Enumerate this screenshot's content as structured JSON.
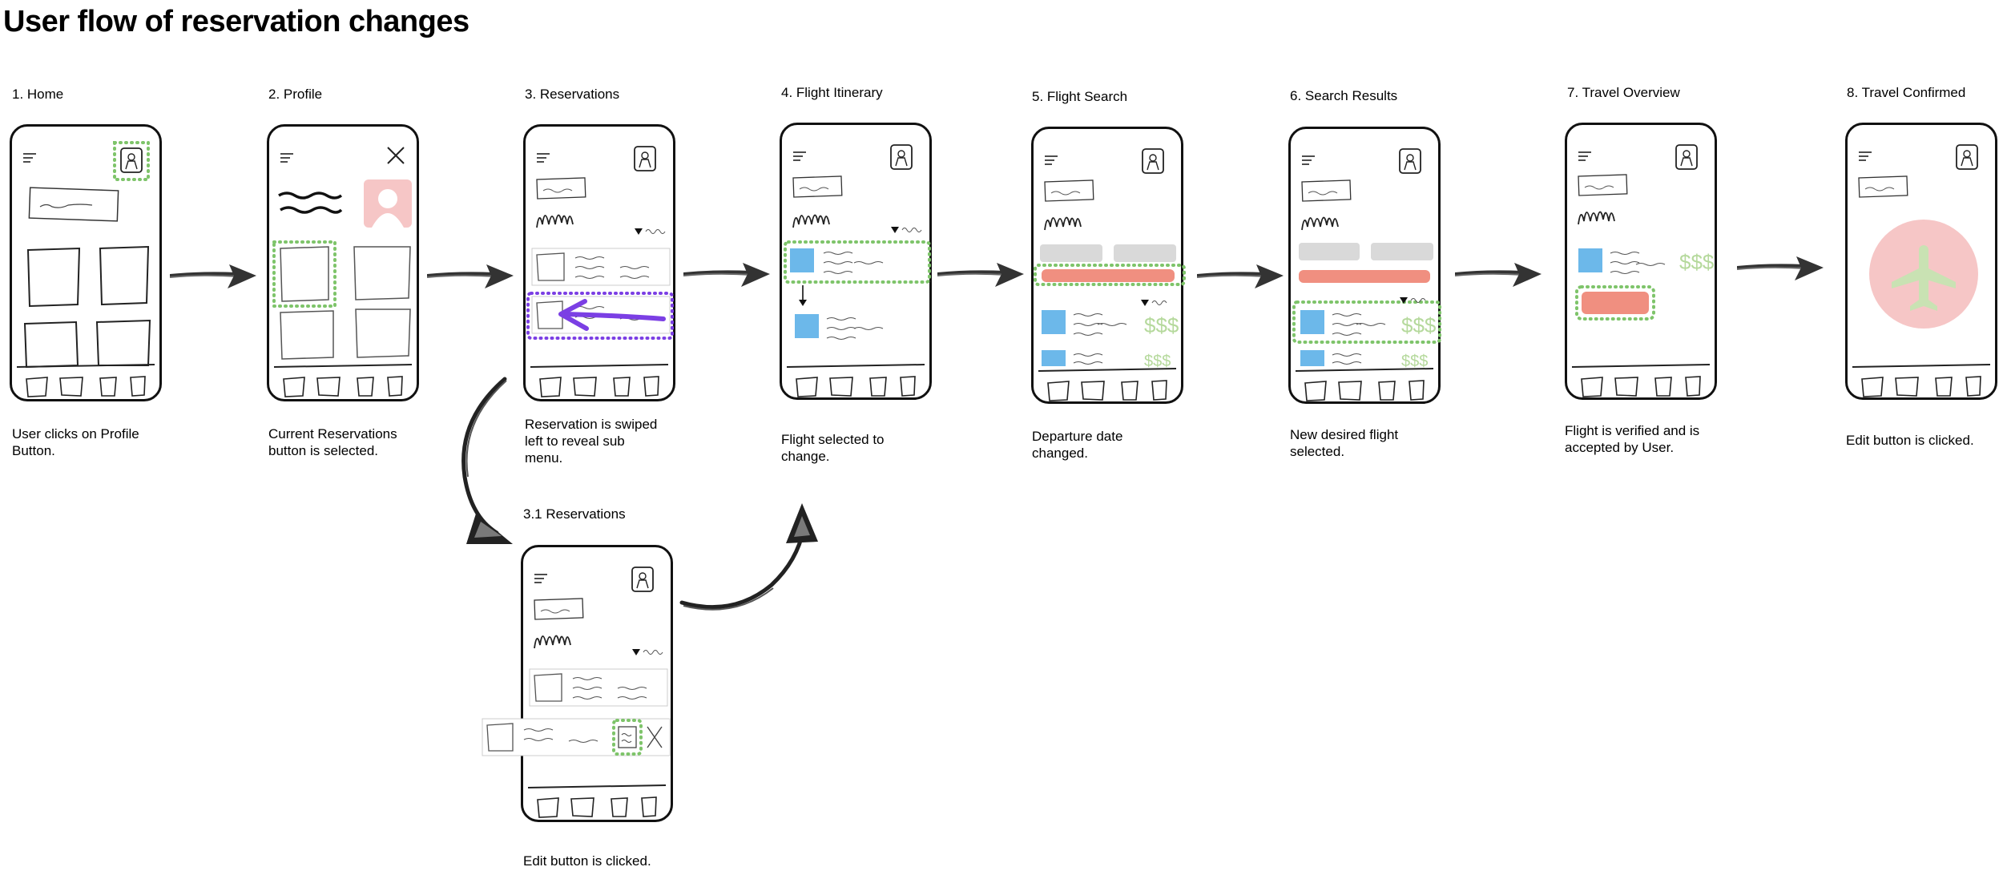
{
  "title": "User flow of reservation changes",
  "steps": [
    {
      "label": "1. Home",
      "caption": "User clicks on Profile\nButton."
    },
    {
      "label": "2. Profile",
      "caption": "Current Reservations\nbutton is selected."
    },
    {
      "label": "3. Reservations",
      "caption": "Reservation is swiped\nleft to reveal sub\nmenu."
    },
    {
      "label": "4. Flight Itinerary",
      "caption": "Flight selected to\nchange."
    },
    {
      "label": "5. Flight Search",
      "caption": "Departure date\nchanged."
    },
    {
      "label": "6. Search Results",
      "caption": "New desired flight\nselected."
    },
    {
      "label": "7. Travel Overview",
      "caption": "Flight is verified and is\naccepted by User."
    },
    {
      "label": "8. Travel Confirmed",
      "caption": "Edit button is clicked."
    },
    {
      "label": "3.1 Reservations",
      "caption": "Edit button is clicked."
    }
  ],
  "icons": {
    "price": "$$$"
  },
  "colors": {
    "highlight_green": "#7ec46a",
    "swipe_purple": "#7b3fe4",
    "flight_blue": "#6cb8ea",
    "accent_red": "#f08f80",
    "gray_fill": "#d9d9d9",
    "avatar_pink": "#f6c6c6",
    "plane_green": "#c9e2b3"
  }
}
